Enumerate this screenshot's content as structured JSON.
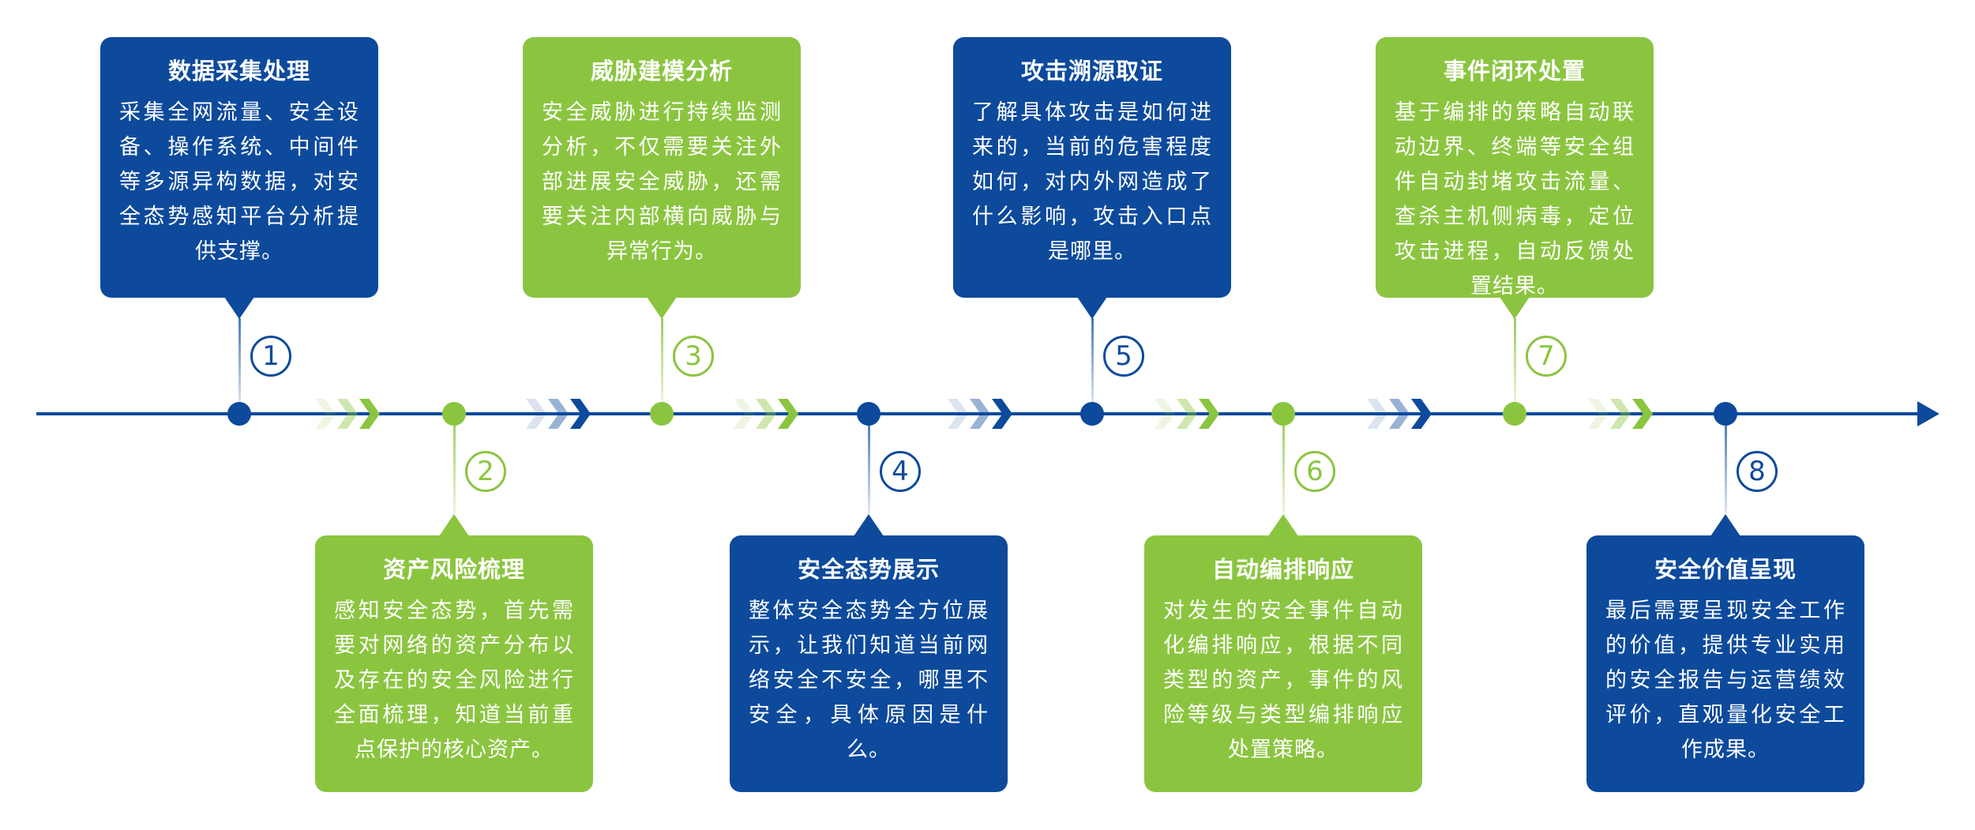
{
  "colors": {
    "blue": "#0d4a9c",
    "green": "#8bc540"
  },
  "timeline": {
    "direction": "left-to-right-arrow",
    "chevron_group_colors": [
      "green",
      "blue",
      "green",
      "blue",
      "green",
      "blue",
      "green"
    ]
  },
  "steps": [
    {
      "number": "1",
      "color": "blue",
      "placement": "above",
      "title": "数据采集处理",
      "body": "采集全网流量、安全设备、操作系统、中间件等多源异构数据，对安全态势感知平台分析提供支撑。"
    },
    {
      "number": "2",
      "color": "green",
      "placement": "below",
      "title": "资产风险梳理",
      "body": "感知安全态势，首先需要对网络的资产分布以及存在的安全风险进行全面梳理，知道当前重点保护的核心资产。"
    },
    {
      "number": "3",
      "color": "green",
      "placement": "above",
      "title": "威胁建模分析",
      "body": "安全威胁进行持续监测分析，不仅需要关注外部进展安全威胁，还需要关注内部横向威胁与异常行为。"
    },
    {
      "number": "4",
      "color": "blue",
      "placement": "below",
      "title": "安全态势展示",
      "body": "整体安全态势全方位展示，让我们知道当前网络安全不安全，哪里不安全，具体原因是什么。"
    },
    {
      "number": "5",
      "color": "blue",
      "placement": "above",
      "title": "攻击溯源取证",
      "body": "了解具体攻击是如何进来的，当前的危害程度如何，对内外网造成了什么影响，攻击入口点是哪里。"
    },
    {
      "number": "6",
      "color": "green",
      "placement": "below",
      "title": "自动编排响应",
      "body": "对发生的安全事件自动化编排响应，根据不同类型的资产，事件的风险等级与类型编排响应处置策略。"
    },
    {
      "number": "7",
      "color": "green",
      "placement": "above",
      "title": "事件闭环处置",
      "body": "基于编排的策略自动联动边界、终端等安全组件自动封堵攻击流量、查杀主机侧病毒，定位攻击进程，自动反馈处置结果。"
    },
    {
      "number": "8",
      "color": "blue",
      "placement": "below",
      "title": "安全价值呈现",
      "body": "最后需要呈现安全工作的价值，提供专业实用的安全报告与运营绩效评价，直观量化安全工作成果。"
    }
  ]
}
